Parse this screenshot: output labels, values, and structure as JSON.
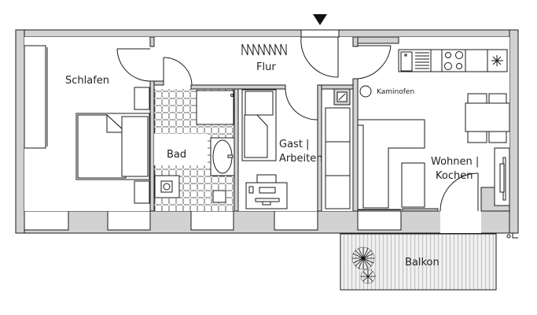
{
  "plan": {
    "entrance_marker": "entrance-arrow",
    "colors": {
      "wall": "#d2d2d2",
      "line": "#1a1a1a",
      "background": "#ffffff",
      "balcony_stripes": "#c8c8c8"
    }
  },
  "rooms": {
    "schlafen": "Schlafen",
    "flur": "Flur",
    "bad": "Bad",
    "gast_line1": "Gast |",
    "gast_line2": "Arbeiten",
    "wohnen_line1": "Wohnen |",
    "wohnen_line2": "Kochen",
    "balkon": "Balkon"
  },
  "fixtures": {
    "kaminofen": "Kaminofen"
  }
}
